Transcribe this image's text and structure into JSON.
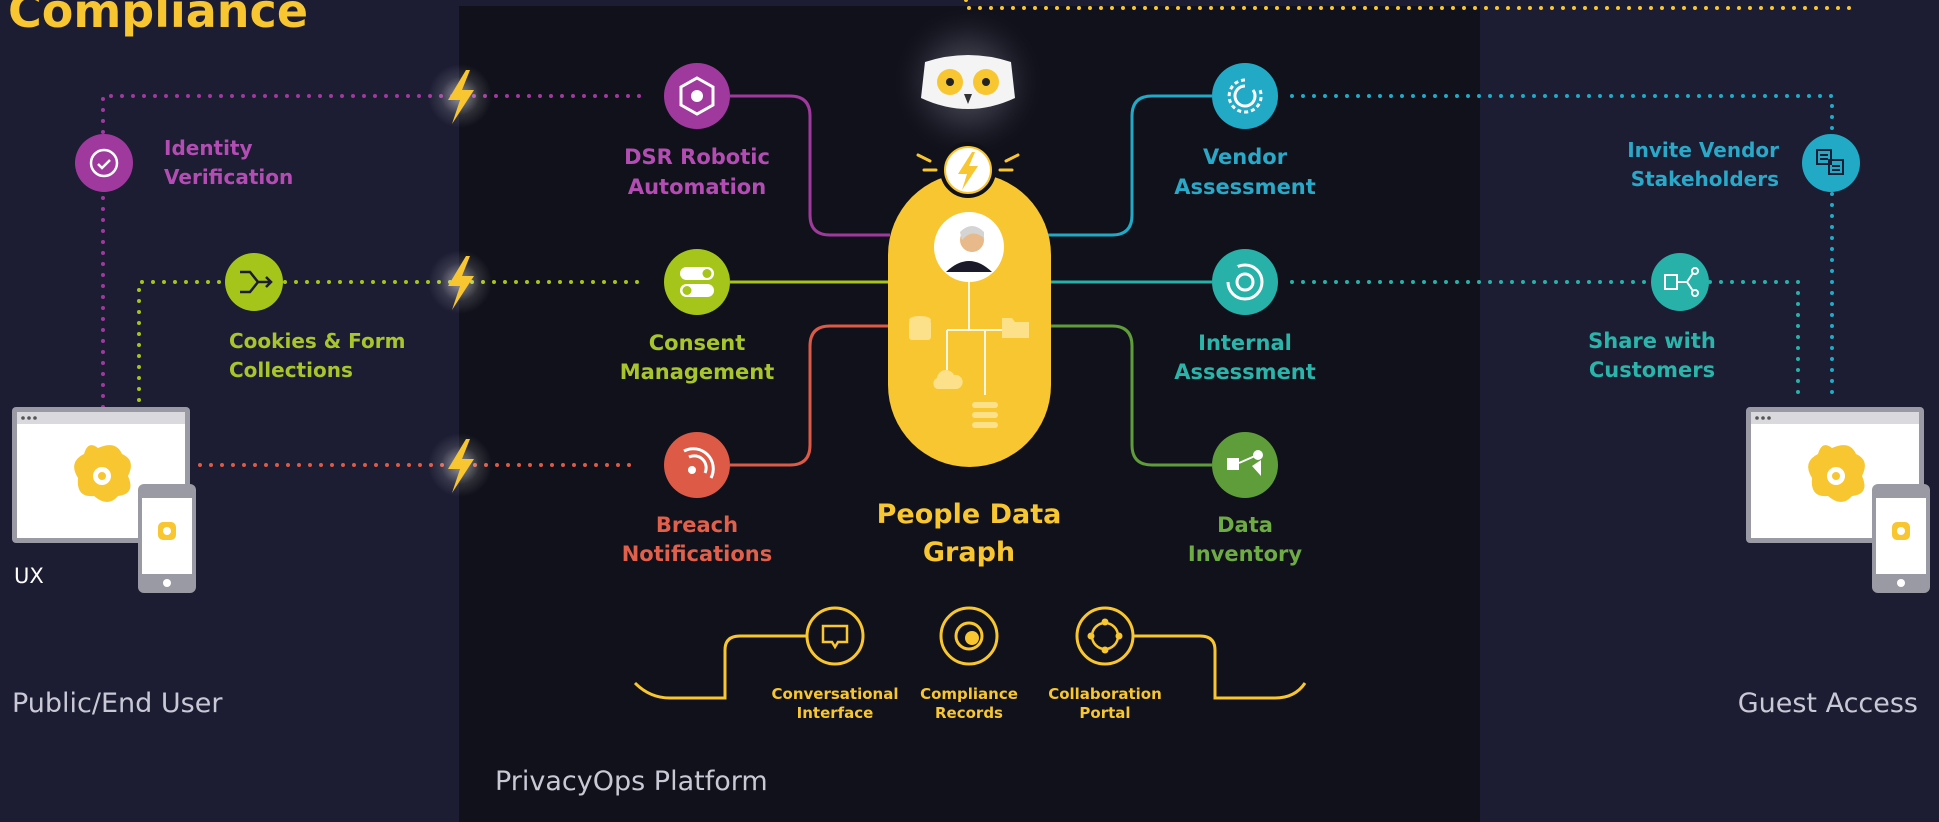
{
  "title": "Compliance",
  "sections": {
    "left": "Public/End User",
    "center": "PrivacyOps Platform",
    "right": "Guest Access"
  },
  "hub": {
    "title_line1": "People Data",
    "title_line2": "Graph"
  },
  "device_left_label": "UX",
  "nodes": {
    "identity": {
      "line1": "Identity",
      "line2": "Verification",
      "icon": "identity-verification-icon"
    },
    "cookies": {
      "line1": "Cookies & Form",
      "line2": "Collections",
      "icon": "form-flow-icon"
    },
    "dsr": {
      "line1": "DSR Robotic",
      "line2": "Automation",
      "icon": "robot-hexagon-icon"
    },
    "consent": {
      "line1": "Consent",
      "line2": "Management",
      "icon": "toggle-icon"
    },
    "breach": {
      "line1": "Breach",
      "line2": "Notifications",
      "icon": "broadcast-icon"
    },
    "vendor": {
      "line1": "Vendor",
      "line2": "Assessment",
      "icon": "assessment-dial-icon"
    },
    "internal": {
      "line1": "Internal",
      "line2": "Assessment",
      "icon": "target-dial-icon"
    },
    "inventory": {
      "line1": "Data",
      "line2": "Inventory",
      "icon": "share-nodes-icon"
    },
    "invite": {
      "line1": "Invite Vendor",
      "line2": "Stakeholders",
      "icon": "stakeholders-icon"
    },
    "share": {
      "line1": "Share with",
      "line2": "Customers",
      "icon": "share-network-icon"
    }
  },
  "interfaces": [
    {
      "line1": "Conversational",
      "line2": "Interface",
      "icon": "chat-bubble-icon"
    },
    {
      "line1": "Compliance",
      "line2": "Records",
      "icon": "record-ring-icon"
    },
    {
      "line1": "Collaboration",
      "line2": "Portal",
      "icon": "portal-icon"
    }
  ],
  "colors": {
    "background": "#1c1c33",
    "center_panel": "#11111b",
    "yellow": "#f7c630",
    "purple": "#a0399e",
    "lime": "#a6c51b",
    "coral": "#dc5a46",
    "cyan": "#22a9c6",
    "teal": "#27b1a8",
    "green": "#5e9d3a",
    "label_purple": "#b44db3",
    "label_lime": "#a8c52c",
    "label_coral": "#e0604c",
    "label_cyan": "#2aa8c8",
    "label_teal": "#2bb5aa",
    "label_green": "#6fab45"
  }
}
